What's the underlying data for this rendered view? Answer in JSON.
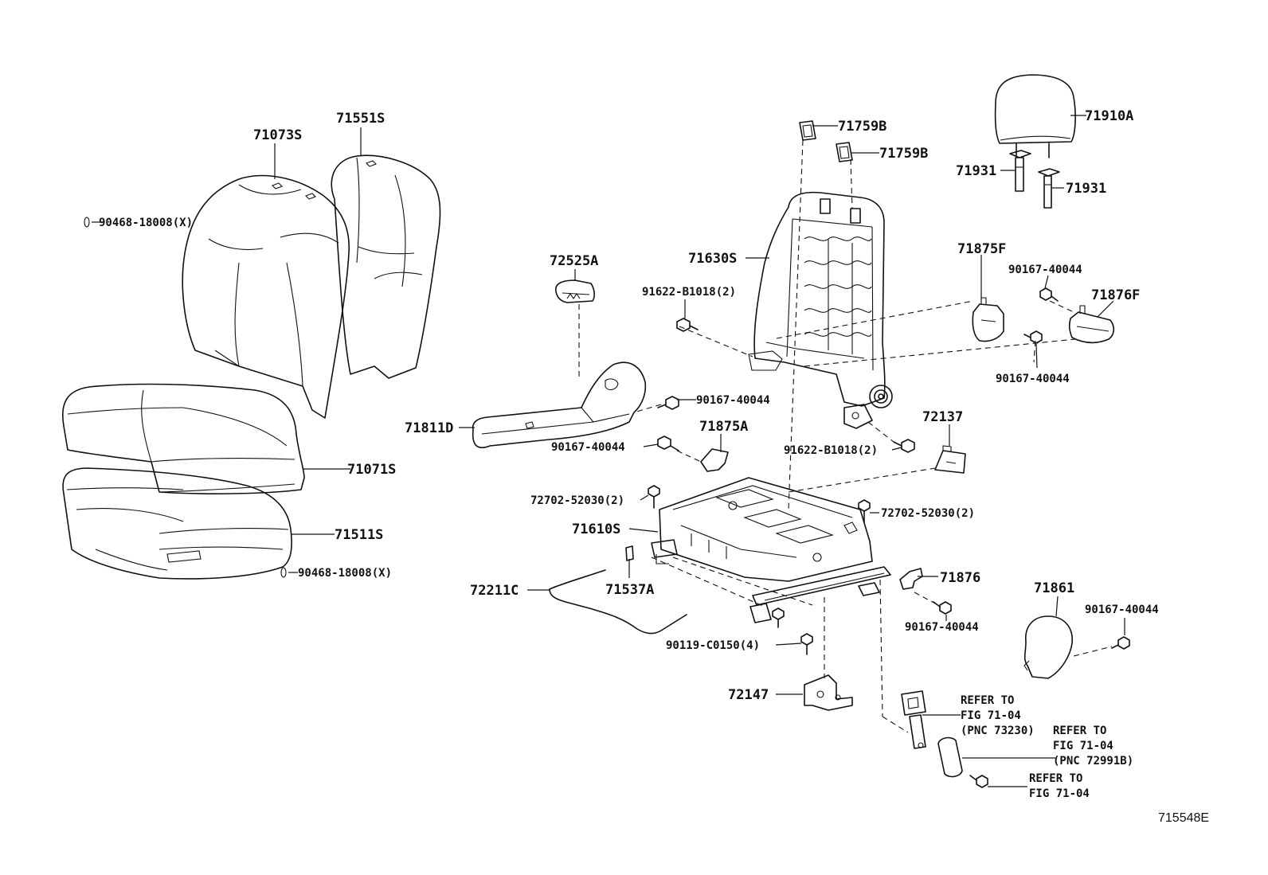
{
  "diagram_id": "715548E",
  "labels": {
    "p71073S": "71073S",
    "p71551S": "71551S",
    "p90468_top": "90468-18008(X)",
    "p71071S": "71071S",
    "p71511S": "71511S",
    "p90468_bottom": "90468-18008(X)",
    "p72525A": "72525A",
    "p71811D": "71811D",
    "p90167_a": "90167-40044",
    "p90167_b": "90167-40044",
    "p71875A": "71875A",
    "p71759B_1": "71759B",
    "p71759B_2": "71759B",
    "p71630S": "71630S",
    "p91622_top": "91622-B1018(2)",
    "p91622_bottom": "91622-B1018(2)",
    "p71910A": "71910A",
    "p71931_1": "71931",
    "p71931_2": "71931",
    "p71875F": "71875F",
    "p90167_c": "90167-40044",
    "p71876F": "71876F",
    "p90167_d": "90167-40044",
    "p72137": "72137",
    "p72702_left": "72702-52030(2)",
    "p72702_right": "72702-52030(2)",
    "p71610S": "71610S",
    "p72211C": "72211C",
    "p71537A": "71537A",
    "p71876": "71876",
    "p90167_e": "90167-40044",
    "p71861": "71861",
    "p90167_f": "90167-40044",
    "p90119": "90119-C0150(4)",
    "p72147": "72147"
  },
  "references": {
    "ref1": [
      "REFER TO",
      "FIG 71-04",
      "(PNC 73230)"
    ],
    "ref2": [
      "REFER TO",
      "FIG 71-04",
      "(PNC 72991B)"
    ],
    "ref3": [
      "REFER TO",
      "FIG 71-04"
    ]
  }
}
